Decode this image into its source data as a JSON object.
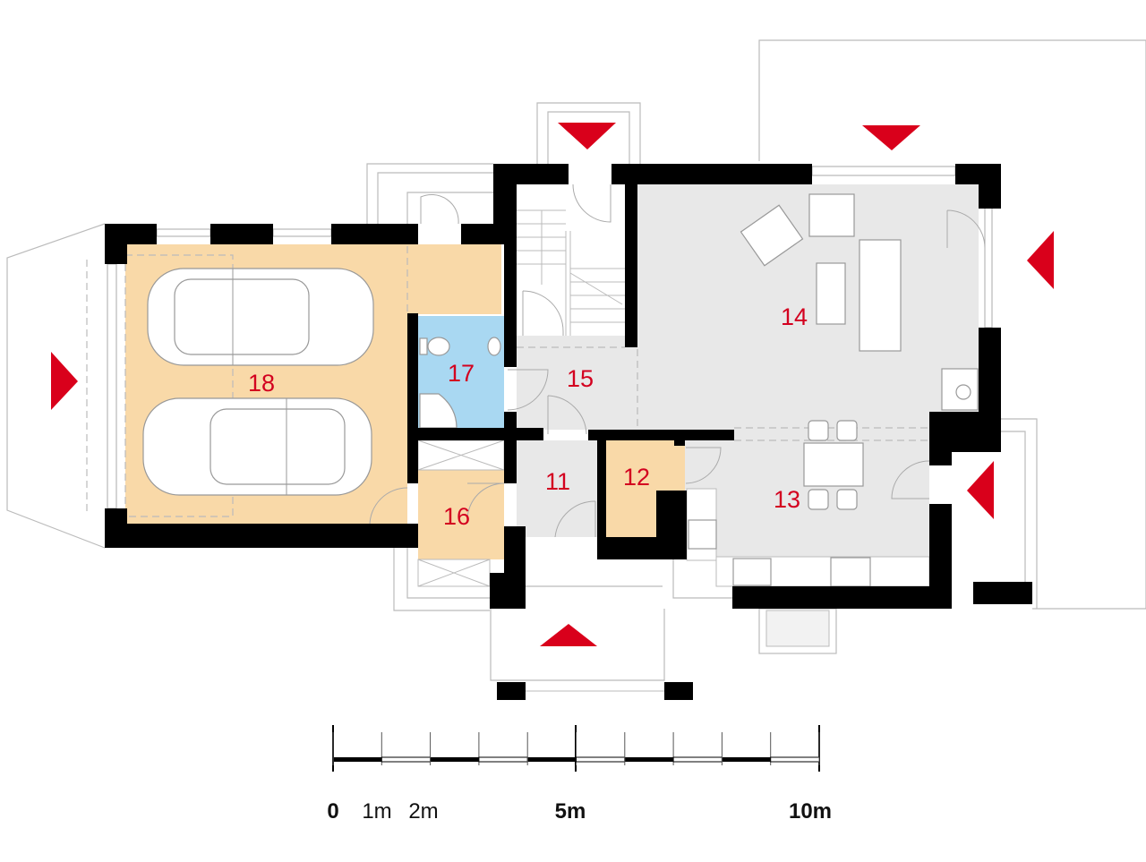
{
  "colors": {
    "wall": "#000000",
    "garage_utility": "#f9d9a8",
    "bathroom": "#a9d8f2",
    "living": "#e8e8e8",
    "arrow": "#d9001b",
    "label": "#d3001f"
  },
  "rooms": [
    {
      "id": "11",
      "label": "11"
    },
    {
      "id": "12",
      "label": "12"
    },
    {
      "id": "13",
      "label": "13"
    },
    {
      "id": "14",
      "label": "14"
    },
    {
      "id": "15",
      "label": "15"
    },
    {
      "id": "16",
      "label": "16"
    },
    {
      "id": "17",
      "label": "17"
    },
    {
      "id": "18",
      "label": "18"
    }
  ],
  "scale": {
    "labels": [
      "0",
      "1m",
      "2m",
      "5m",
      "10m"
    ],
    "divisions": 10
  }
}
